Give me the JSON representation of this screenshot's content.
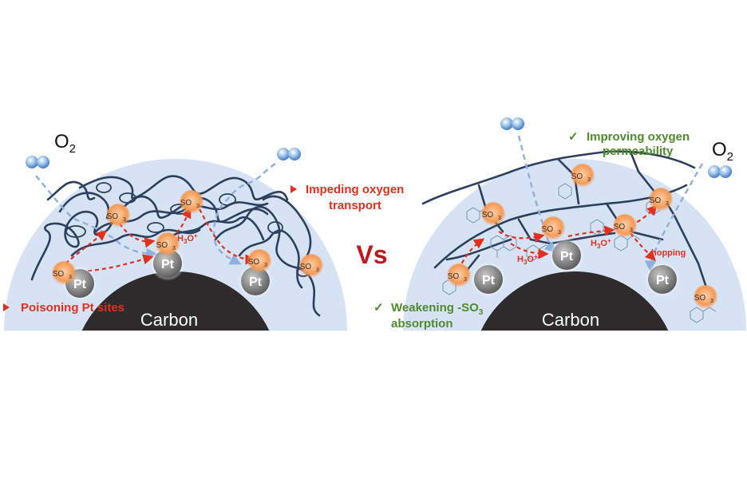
{
  "left_panel": {
    "o2": "O",
    "o2_sub": "2",
    "carbon": "Carbon",
    "impeding_line1": "Impeding oxygen",
    "impeding_line2": "transport",
    "poisoning": "Poisoning Pt sites",
    "h3o": "H",
    "h3o_sub": "3",
    "h3o_tail": "O",
    "h3o_sup": "+",
    "pt": "Pt",
    "so3": "SO",
    "so3_sub": "3"
  },
  "right_panel": {
    "o2": "O",
    "o2_sub": "2",
    "carbon": "Carbon",
    "improving_line1": "Improving oxygen",
    "improving_line2": "permeability",
    "weakening_line1": "Weakening -SO",
    "weakening_sub": "3",
    "weakening_line2": "absorption",
    "hopping": "hopping",
    "h3o": "H",
    "h3o_sub": "3",
    "h3o_tail": "O",
    "h3o_sup": "+",
    "pt": "Pt",
    "so3": "SO",
    "so3_sub": "3",
    "check_glyph": "✓"
  },
  "center": {
    "vs": "Vs"
  },
  "colors": {
    "ionomer_bg": "#d6e3f5",
    "carbon": "#2d2b2b",
    "chain": "#2e3f5e",
    "red_arrow": "#e0301e",
    "blue_arrow": "#8fb0dc",
    "so3_fill": "#f7a56b",
    "green_text": "#4f8a2c"
  },
  "icons": {
    "bullet": "arrow-bullet-icon",
    "check": "check-icon"
  }
}
